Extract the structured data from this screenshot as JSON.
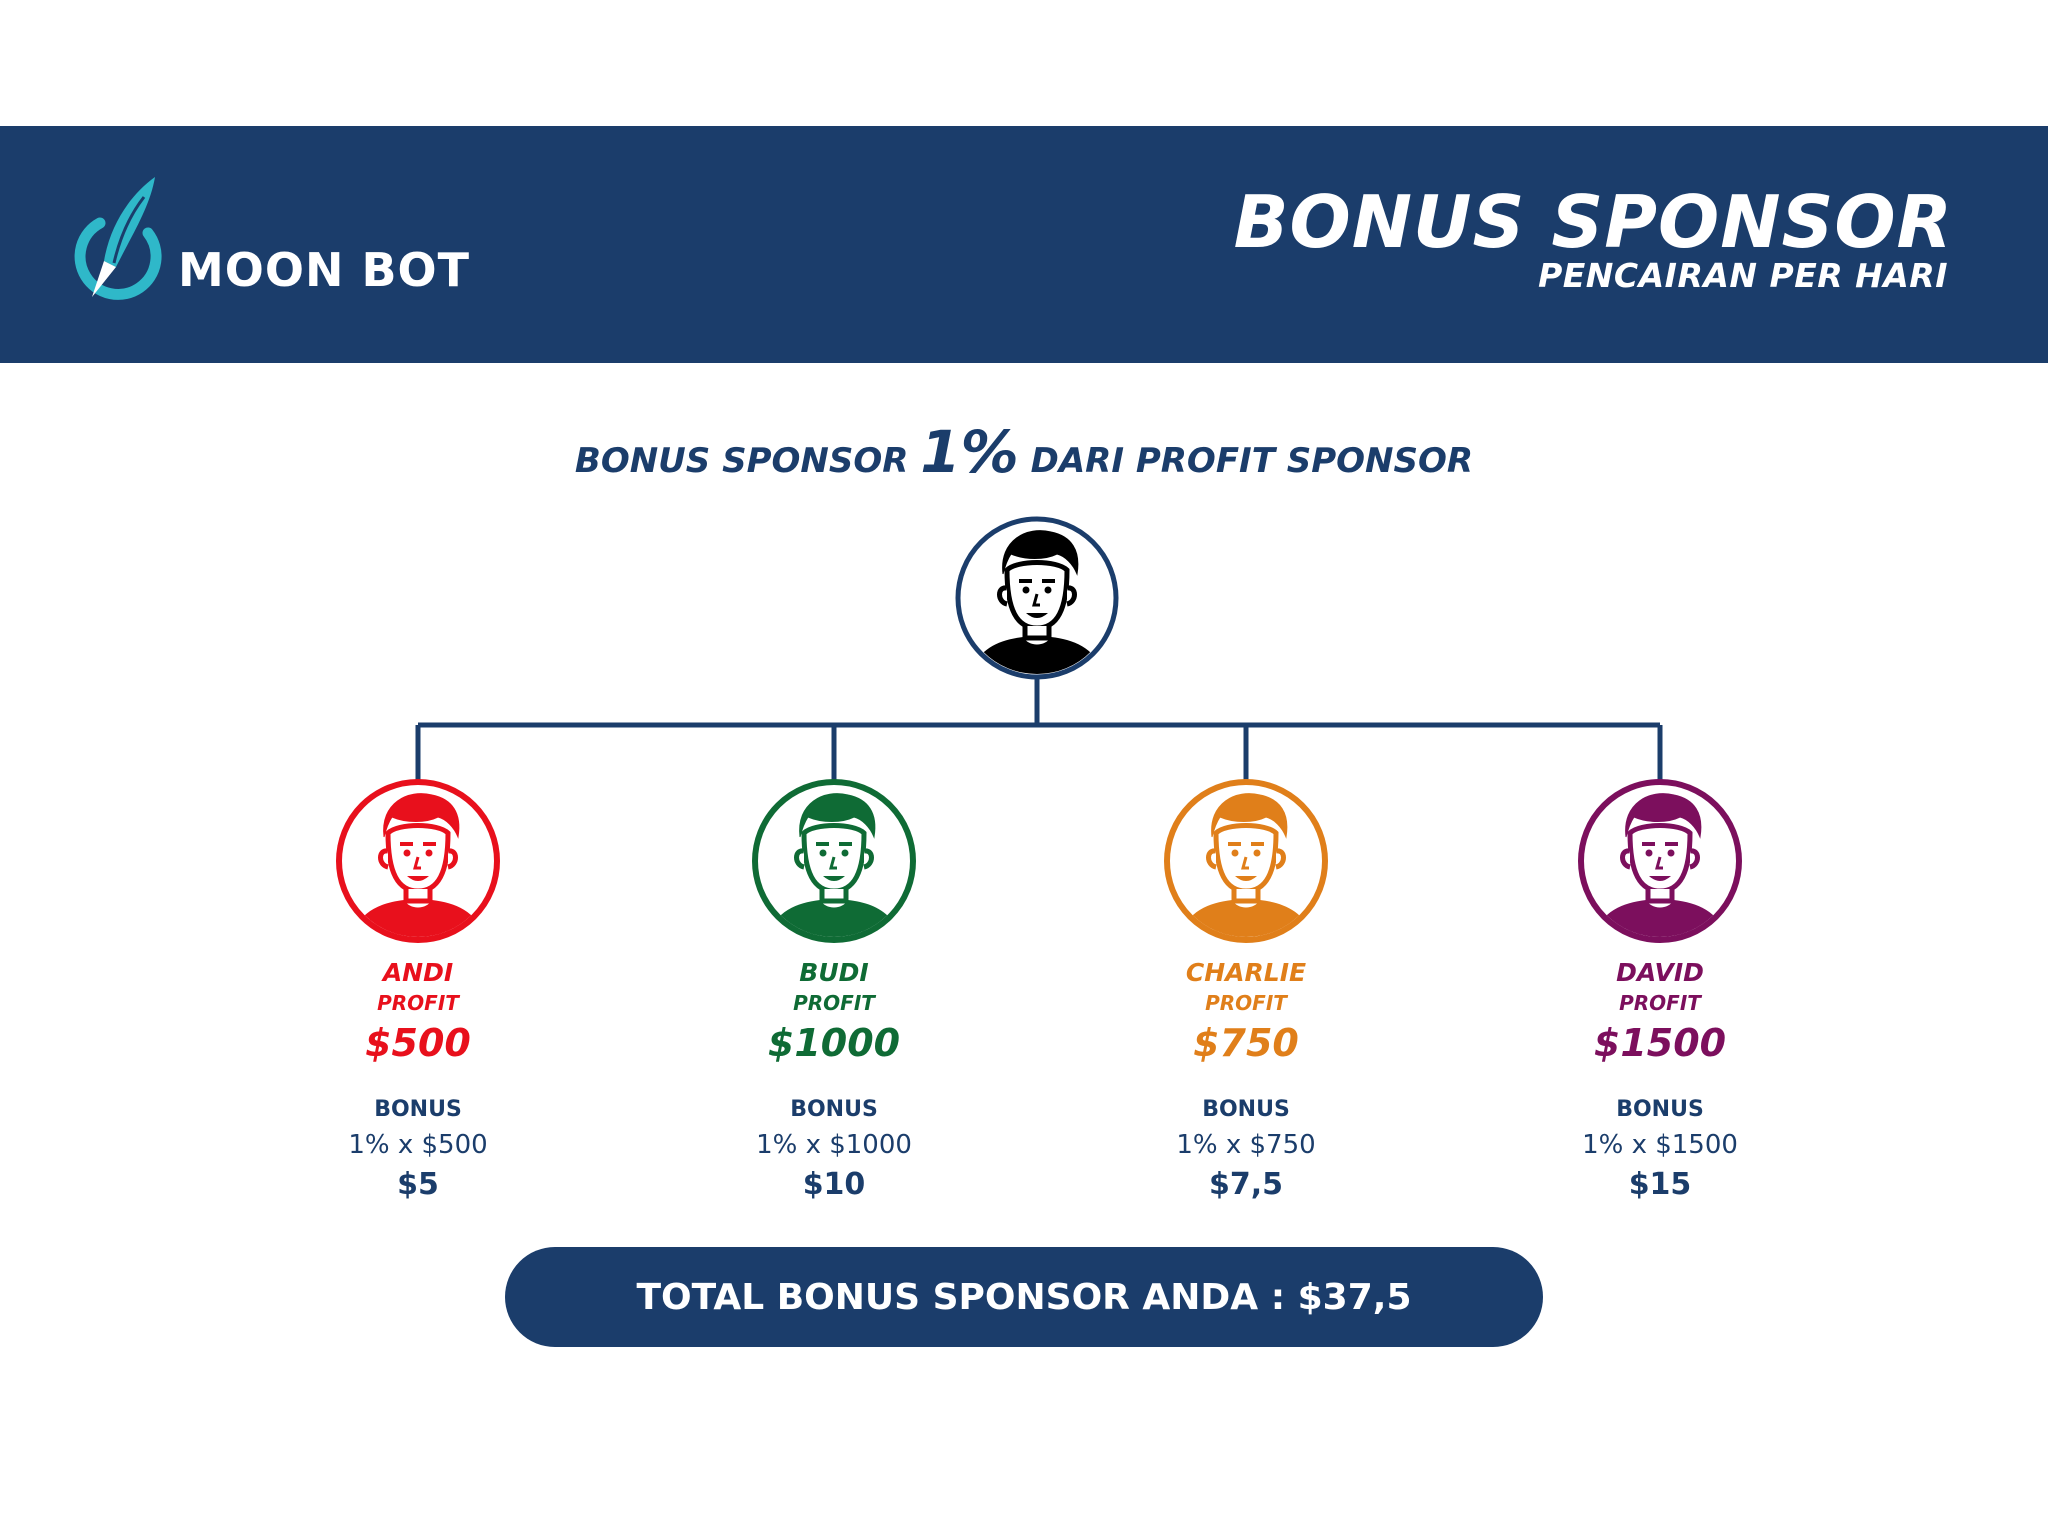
{
  "header": {
    "logo_text": "MOON BOT",
    "title": "BONUS SPONSOR",
    "subtitle": "PENCAIRAN PER HARI"
  },
  "headline": {
    "part1": "BONUS SPONSOR ",
    "percent": "1%",
    "part2": " DARI PROFIT SPONSOR"
  },
  "members": [
    {
      "name": "ANDI",
      "profit_label": "PROFIT",
      "profit": "$500",
      "bonus_label": "BONUS",
      "calc": "1% x $500",
      "bonus": "$5",
      "color": "#e8101c"
    },
    {
      "name": "BUDI",
      "profit_label": "PROFIT",
      "profit": "$1000",
      "bonus_label": "BONUS",
      "calc": "1% x $1000",
      "bonus": "$10",
      "color": "#0f6b35"
    },
    {
      "name": "CHARLIE",
      "profit_label": "PROFIT",
      "profit": "$750",
      "bonus_label": "BONUS",
      "calc": "1% x $750",
      "bonus": "$7,5",
      "color": "#e07f1a"
    },
    {
      "name": "DAVID",
      "profit_label": "PROFIT",
      "profit": "$1500",
      "bonus_label": "BONUS",
      "calc": "1% x $1500",
      "bonus": "$15",
      "color": "#7c0f5d"
    }
  ],
  "total": "TOTAL BONUS SPONSOR ANDA : $37,5",
  "colors": {
    "navy": "#1b3d6b",
    "accent": "#2fb8c9"
  },
  "icons": [
    "rocket-logo-icon",
    "person-avatar-icon"
  ]
}
